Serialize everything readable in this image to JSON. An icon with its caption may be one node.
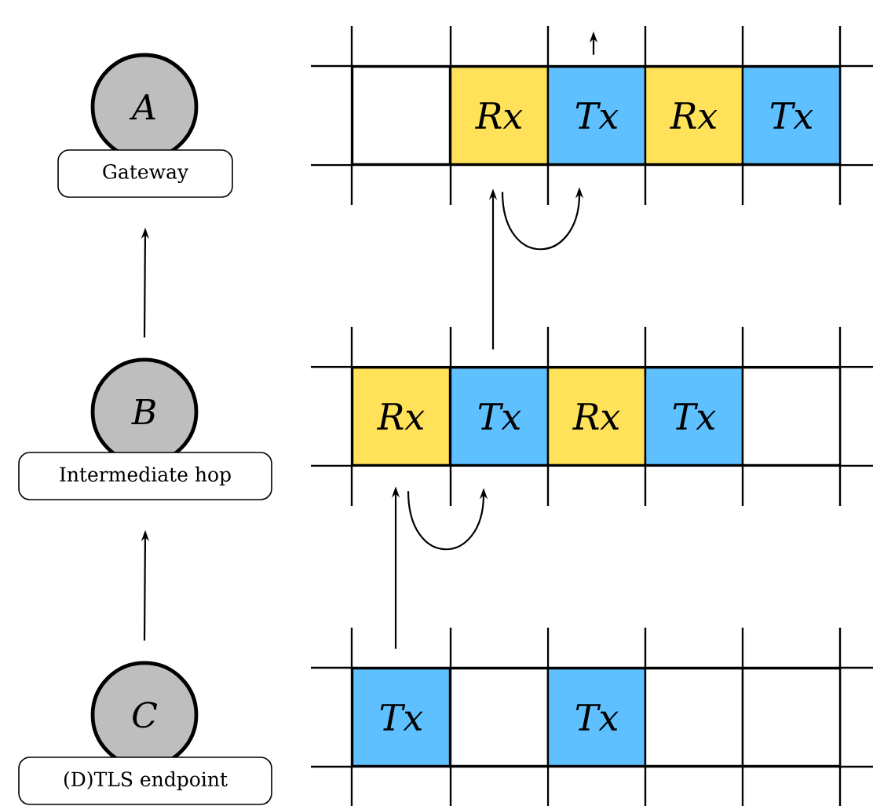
{
  "diagram": {
    "nodes": [
      {
        "text": [
          "A"
        ]
      },
      {
        "text": [
          "Gateway"
        ]
      },
      {
        "text": [],
        "shape": "box"
      },
      {
        "text": [
          "Rx"
        ]
      },
      {
        "text": [
          "Tx"
        ]
      },
      {
        "text": [
          "Rx"
        ]
      },
      {
        "text": [
          "Tx"
        ]
      },
      {
        "text": [
          "B"
        ]
      },
      {
        "text": [
          "Intermediate hop"
        ]
      },
      {
        "text": [
          "Rx"
        ]
      },
      {
        "text": [
          "Tx"
        ]
      },
      {
        "text": [
          "Rx"
        ]
      },
      {
        "text": [
          "Tx"
        ]
      },
      {
        "text": [],
        "shape": "box"
      },
      {
        "text": [
          "C"
        ]
      },
      {
        "text": [
          "(D)TLS endpoint"
        ]
      },
      {
        "text": [
          "Tx"
        ]
      },
      {
        "text": [],
        "shape": "box"
      },
      {
        "text": [
          "Tx"
        ]
      },
      {
        "text": [],
        "shape": "box"
      },
      {
        "text": [],
        "shape": "box"
      }
    ],
    "edges": [
      {
        "from": 7,
        "to": 1,
        "arrow": "to"
      },
      {
        "from": 14,
        "to": 8,
        "arrow": "to"
      },
      {
        "from": 16,
        "to": 9,
        "arrow": "to"
      },
      {
        "from": 9,
        "to": 10,
        "arrow": "to"
      },
      {
        "from": 10,
        "to": 3,
        "arrow": "to"
      },
      {
        "from": 3,
        "to": 4,
        "arrow": "to"
      },
      {
        "from": 4,
        "to": null,
        "arrow": "to"
      }
    ]
  }
}
